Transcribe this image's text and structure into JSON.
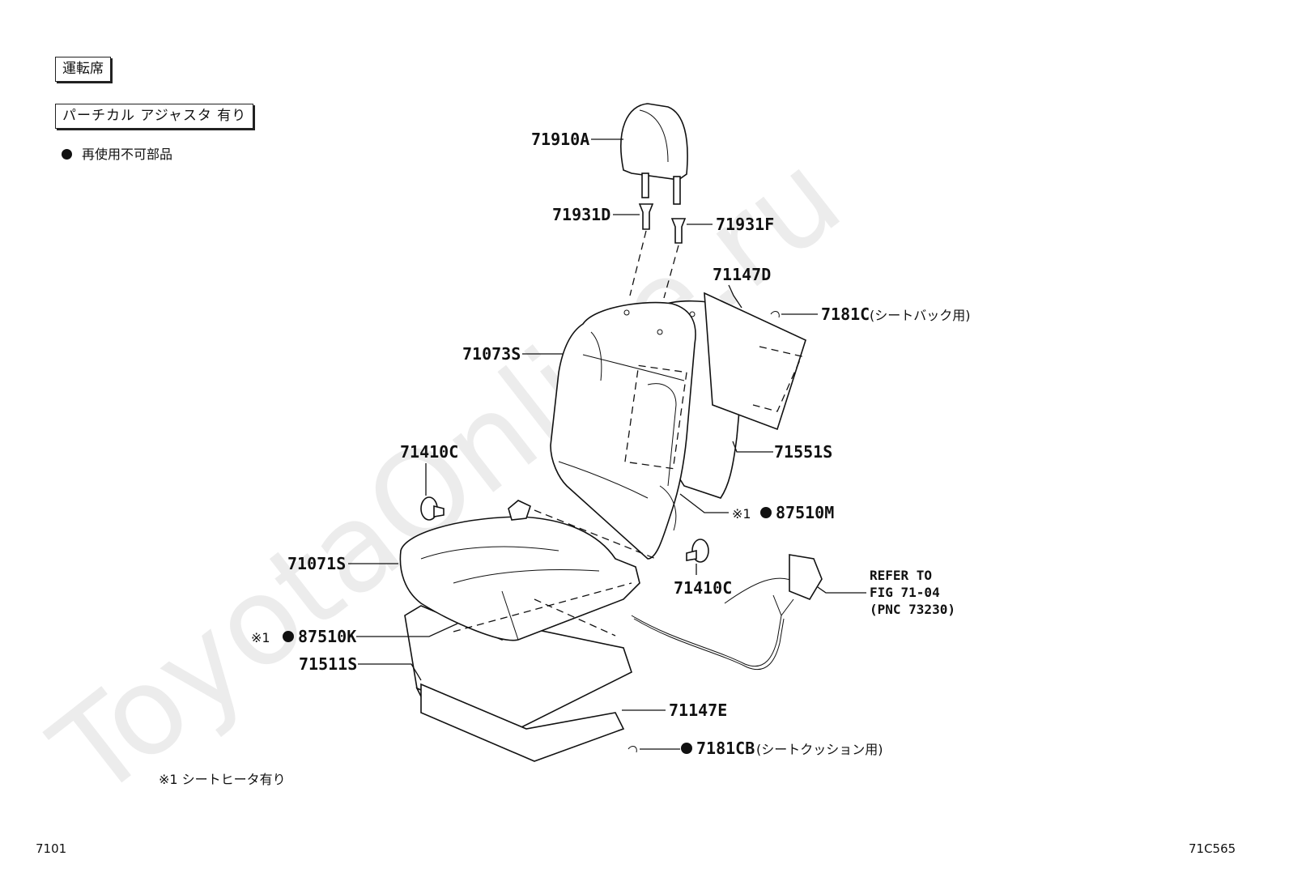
{
  "header": {
    "seat_position_box": "運転席",
    "condition_box": "パーチカル アジャスタ 有り",
    "legend_non_reusable": "再使用不可部品"
  },
  "footnote": "※1 シートヒータ有り",
  "footer": {
    "left_code": "7101",
    "right_code": "71C565"
  },
  "watermark": "ToyotaOnline.ru",
  "parts": {
    "p71910A": "71910A",
    "p71931D": "71931D",
    "p71931F": "71931F",
    "p71147D": "71147D",
    "p7181C": "7181C",
    "p7181C_sub": "(シートバック用)",
    "p71073S": "71073S",
    "p71551S": "71551S",
    "p71410C_top": "71410C",
    "p87510M_mark": "※1",
    "p87510M": "87510M",
    "p71071S": "71071S",
    "p71410C_right": "71410C",
    "refer_line1": "REFER TO",
    "refer_line2": "FIG 71-04",
    "refer_line3": "(PNC 73230)",
    "p87510K_mark": "※1",
    "p87510K": "87510K",
    "p71511S": "71511S",
    "p71147E": "71147E",
    "p7181CB": "7181CB",
    "p7181CB_sub": "(シートクッション用)"
  }
}
